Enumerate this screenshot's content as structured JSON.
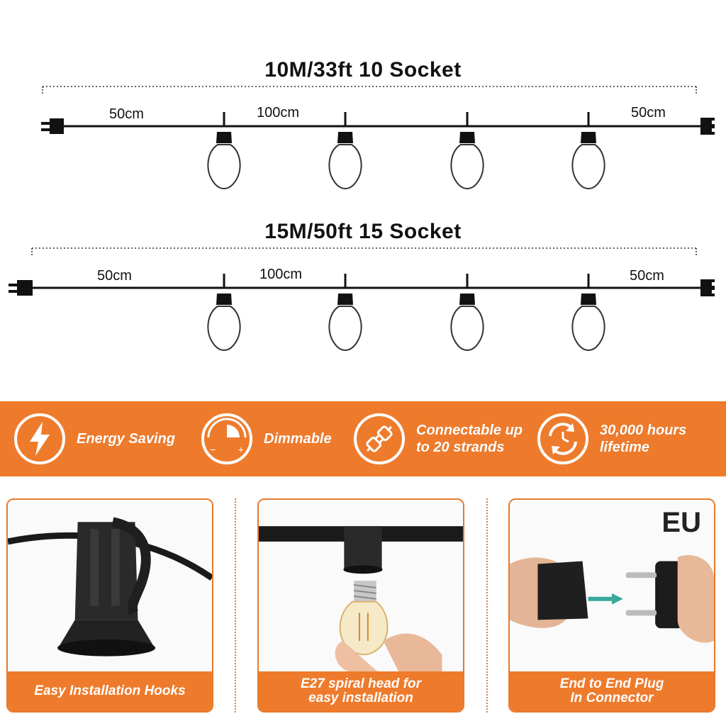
{
  "strands": [
    {
      "title": "10M/33ft  10 Socket",
      "left_lead": "50cm",
      "spacing": "100cm",
      "right_lead": "50cm"
    },
    {
      "title": "15M/50ft  15 Socket",
      "left_lead": "50cm",
      "spacing": "100cm",
      "right_lead": "50cm"
    }
  ],
  "features": [
    {
      "icon": "lightning-icon",
      "label": "Energy Saving"
    },
    {
      "icon": "dimmer-icon",
      "label": "Dimmable"
    },
    {
      "icon": "plug-connect-icon",
      "label_line1": "Connectable up",
      "label_line2": "to 20 strands"
    },
    {
      "icon": "cycle-icon",
      "label_line1": "30,000 hours",
      "label_line2": "lifetime"
    }
  ],
  "cards": [
    {
      "caption": "Easy Installation Hooks"
    },
    {
      "caption_line1": "E27 spiral head for",
      "caption_line2": "easy installation"
    },
    {
      "caption_line1": "End to End Plug",
      "caption_line2": "In Connector",
      "badge": "EU"
    }
  ],
  "colors": {
    "accent": "#ee7b2c",
    "cable": "#111111"
  }
}
